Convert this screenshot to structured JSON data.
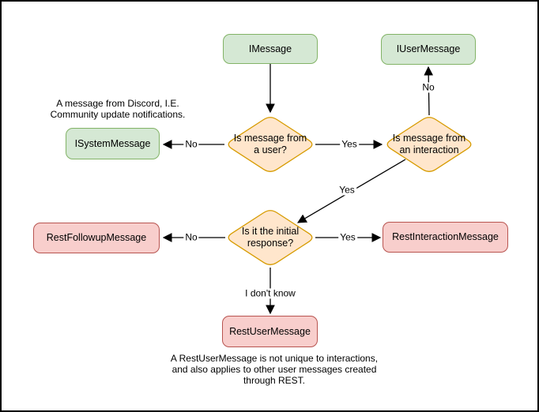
{
  "diagram": {
    "nodes": {
      "imessage": "IMessage",
      "iusermessage": "IUserMessage",
      "isystemmessage": "ISystemMessage",
      "restfollowupmessage": "RestFollowupMessage",
      "restinteractionmessage": "RestInteractionMessage",
      "restusermessage": "RestUserMessage"
    },
    "decisions": {
      "is_message_from_user": "Is message from\na user?",
      "is_message_from_interaction": "Is message from\nan interaction",
      "is_initial_response": "Is it the initial\nresponse?"
    },
    "edge_labels": {
      "from_user_no": "No",
      "from_user_yes": "Yes",
      "from_interaction_no": "No",
      "from_interaction_yes": "Yes",
      "initial_response_no": "No",
      "initial_response_yes": "Yes",
      "initial_response_unknown": "I don't know"
    },
    "notes": {
      "system_message_note": "A message from Discord, I.E.\nCommunity update notifications.",
      "rest_user_message_note": "A RestUserMessage is not unique to interactions,\nand also applies to other user messages created\nthrough REST."
    },
    "colors": {
      "interface_fill": "#d5e8d4",
      "interface_stroke": "#82b366",
      "decision_fill": "#ffe6cc",
      "decision_stroke": "#d79b00",
      "rest_fill": "#f8cecc",
      "rest_stroke": "#b85450",
      "edge": "#000000",
      "background": "#ffffff",
      "border": "#000000"
    }
  }
}
